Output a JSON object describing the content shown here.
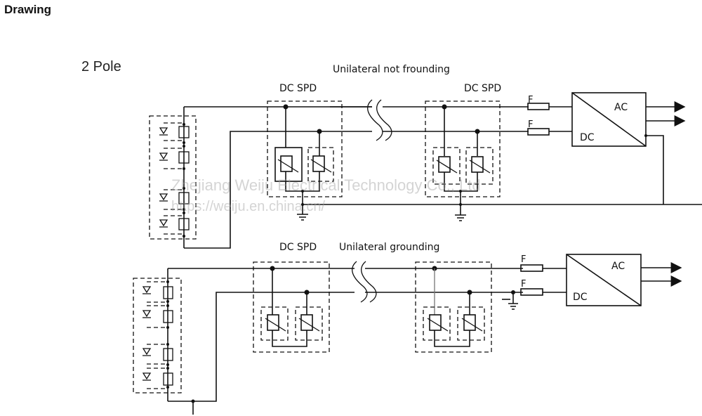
{
  "page": {
    "heading": "Drawing",
    "subheading": "2 Pole"
  },
  "diagram_top": {
    "title": "Unilateral not frounding",
    "spd_label_1": "DC SPD",
    "spd_label_2": "DC SPD",
    "fuse_label_1": "F",
    "fuse_label_2": "F",
    "inverter_ac": "AC",
    "inverter_dc": "DC"
  },
  "diagram_bottom": {
    "title": "Unilateral grounding",
    "spd_label_1": "DC SPD",
    "fuse_label_1": "F",
    "fuse_label_2": "F",
    "inverter_ac": "AC",
    "inverter_dc": "DC"
  },
  "watermark": {
    "line1": "Zhejiang Weiju Electrical Technology Co., Ltd",
    "line2": "https://weiju.en.china.cn/"
  }
}
